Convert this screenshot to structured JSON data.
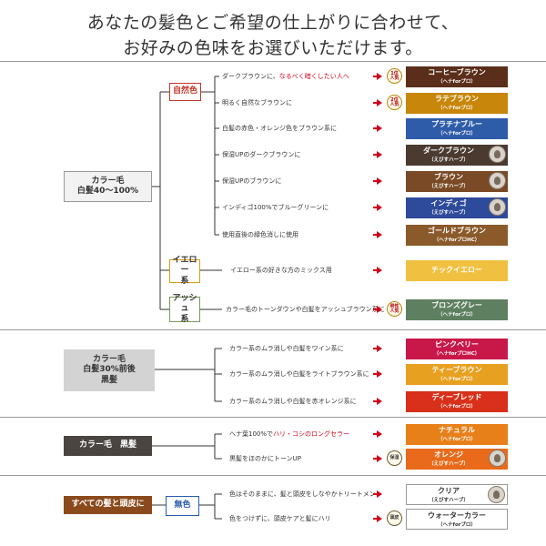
{
  "headline": {
    "line1": "あなたの髪色とご希望の仕上がりに合わせて、",
    "line2": "お好みの色味をお選びいただけます。"
  },
  "categories": [
    {
      "label": "カラー毛\n白髪40～100%",
      "color": "#f2f2f2",
      "text_color": "#333333"
    },
    {
      "label": "カラー毛\n白髪30%前後\n黒髪",
      "color": "#d3d3d3",
      "text_color": "#333333"
    },
    {
      "label": "カラー毛　黒髪",
      "color": "#4a4540",
      "text_color": "#ffffff"
    },
    {
      "label": "すべての髪と頭皮に",
      "color": "#8b4a1c",
      "text_color": "#ffffff"
    }
  ],
  "subgroups": [
    {
      "label": "自然色",
      "border": "#c0392b",
      "text_color": "#c0392b"
    },
    {
      "label": "イエロー\n系",
      "border": "#d4a017",
      "text_color": "#333333"
    },
    {
      "label": "アッシュ\n系",
      "border": "#7a9a5a",
      "text_color": "#333333"
    },
    {
      "label": "無色",
      "border": "#2a5db0",
      "text_color": "#2a5db0"
    }
  ],
  "rows": [
    {
      "text": "ダークブラウンに、",
      "highlight": "なるべく暗くしたい人へ",
      "badge": "1位\n人気",
      "product": "コーヒーブラウン",
      "sub": "（ヘナforプロ）",
      "color": "#5a2e1a",
      "icon": ""
    },
    {
      "text": "明るく自然なブラウンに",
      "highlight": "",
      "badge": "2位\n人気",
      "product": "ラテブラウン",
      "sub": "（ヘナforプロ）",
      "color": "#c8860a",
      "icon": ""
    },
    {
      "text": "白髪の赤色・オレンジ色をブラウン系に",
      "highlight": "",
      "badge": "",
      "product": "プラチナブルー",
      "sub": "（ヘナforプロ）",
      "color": "#2f5ca8",
      "icon": ""
    },
    {
      "text": "保湿UPのダークブラウンに",
      "highlight": "",
      "badge": "",
      "product": "ダークブラウン",
      "sub": "（えびすハーブ）",
      "color": "#4a3a30",
      "icon": "product-photo"
    },
    {
      "text": "保湿UPのブラウンに",
      "highlight": "",
      "badge": "",
      "product": "ブラウン",
      "sub": "（えびすハーブ）",
      "color": "#7a4a26",
      "icon": "product-photo"
    },
    {
      "text": "インディゴ100%でブルーグリーンに",
      "highlight": "",
      "badge": "",
      "product": "インディゴ",
      "sub": "（えびすハーブ）",
      "color": "#2e4a9a",
      "icon": "product-photo"
    },
    {
      "text": "使用直後の緑色消しに使用",
      "highlight": "",
      "badge": "",
      "product": "ゴールドブラウン",
      "sub": "（ヘナforプロHC）",
      "color": "#8b5a2b",
      "icon": ""
    },
    {
      "text": "イエロー系の好きな方のミックス用",
      "highlight": "",
      "badge": "",
      "product": "チックイエロー",
      "sub": "",
      "color": "#f0c040",
      "icon": ""
    },
    {
      "text": "カラー毛のトーンダウンや白髪をアッシュブラウン系に",
      "highlight": "",
      "badge": "男性\n人気",
      "product": "ブロンズグレー",
      "sub": "（ヘナforプロ）",
      "color": "#5e8060",
      "icon": ""
    },
    {
      "text": "カラー系のムラ消しや白髪をワイン系に",
      "highlight": "",
      "badge": "",
      "product": "ピンクベリー",
      "sub": "（ヘナforプロHC）",
      "color": "#c8184a",
      "icon": ""
    },
    {
      "text": "カラー系のムラ消しや白髪をライトブラウン系に",
      "highlight": "",
      "badge": "",
      "product": "ティーブラウン",
      "sub": "（ヘナforプロ）",
      "color": "#e8a020",
      "icon": ""
    },
    {
      "text": "カラー系のムラ消しや白髪を赤オレンジ系に",
      "highlight": "",
      "badge": "",
      "product": "ディーブレッド",
      "sub": "（ヘナforプロ）",
      "color": "#d8301a",
      "icon": ""
    },
    {
      "text": "ヘナ葉100%で",
      "highlight": "ハリ・コシのロングセラー",
      "badge": "",
      "product": "ナチュラル",
      "sub": "（ヘナforプロ）",
      "color": "#e8801a",
      "icon": ""
    },
    {
      "text": "黒髪をほのかにトーンUP",
      "highlight": "",
      "badge": "保湿",
      "product": "オレンジ",
      "sub": "（えびすハーブ）",
      "color": "#e86a1a",
      "icon": "product-photo"
    },
    {
      "text": "色はそのままに、髪と頭皮をしなやかトリートメント",
      "highlight": "",
      "badge": "",
      "product": "クリア",
      "sub": "（えびすハーブ）",
      "color": "#ffffff",
      "icon": "product-photo"
    },
    {
      "text": "色をつけずに、頭皮ケアと髪にハリ",
      "highlight": "",
      "badge": "頭皮",
      "product": "ウォーターカラー",
      "sub": "（ヘナforプロ）",
      "color": "#ffffff",
      "icon": ""
    }
  ]
}
